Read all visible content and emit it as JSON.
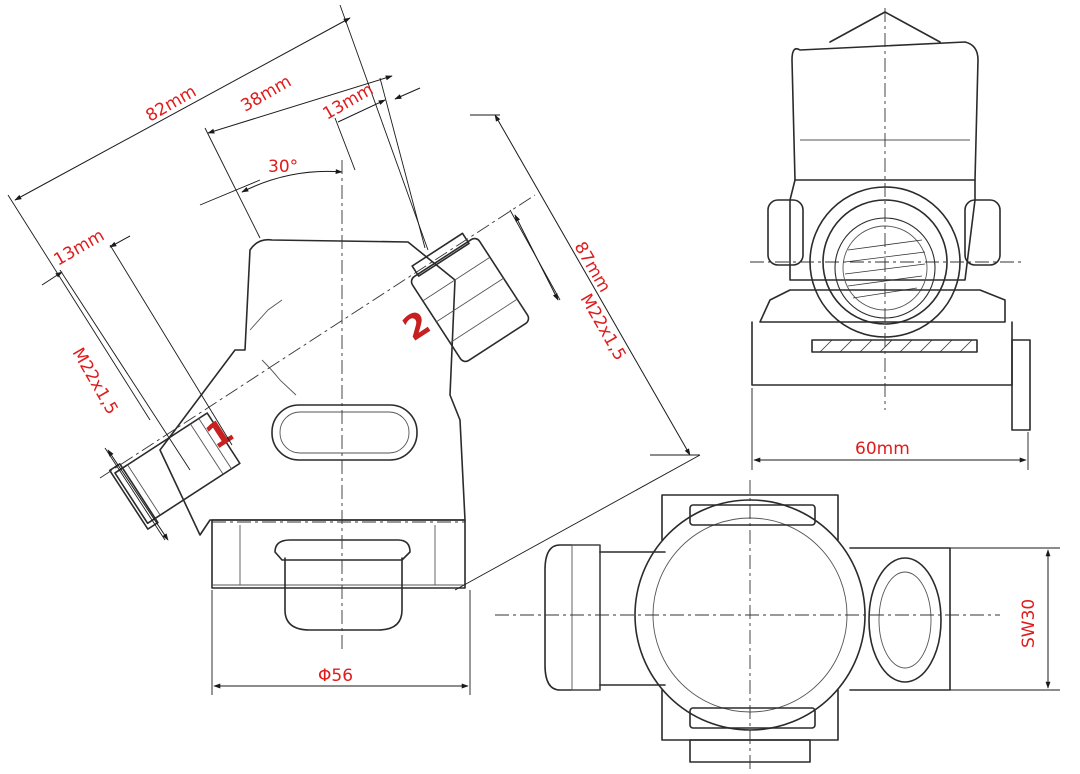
{
  "dimensions": {
    "overall_width": "82mm",
    "middle_width": "38mm",
    "outlet_offset": "13mm",
    "inlet_offset": "13mm",
    "height": "87mm",
    "angle": "30°",
    "inlet_thread": "M22x1,5",
    "outlet_thread": "M22x1,5",
    "base_diameter": "Φ56",
    "side_width": "60mm",
    "wrench_size": "SW30"
  },
  "markers": {
    "port_1": "1",
    "port_2": "2"
  },
  "colors": {
    "label": "#e01b1b",
    "line": "#2b2b2b"
  }
}
